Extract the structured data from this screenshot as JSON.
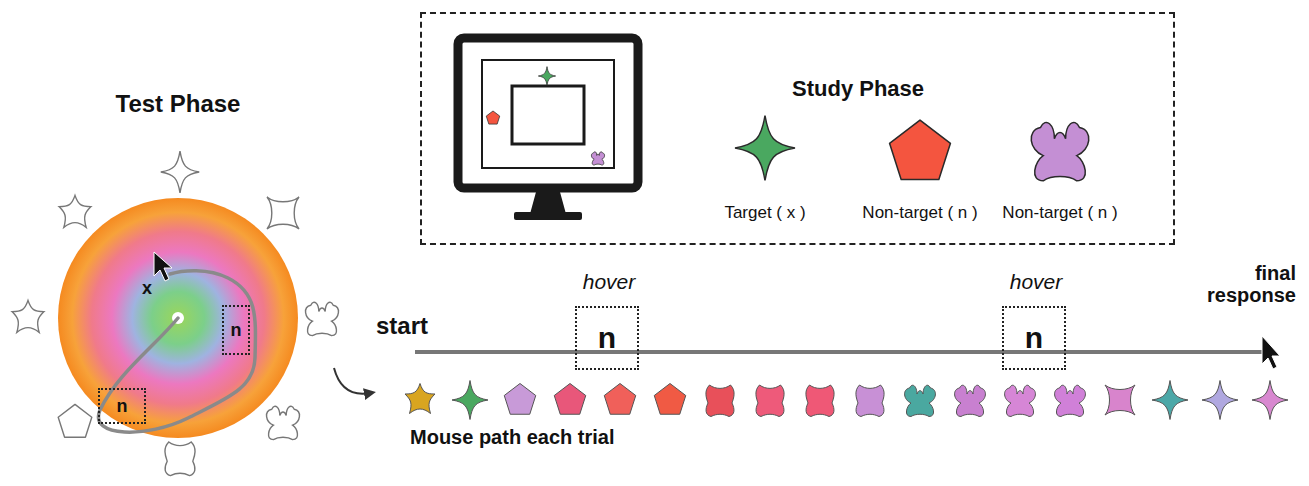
{
  "diagram": {
    "nodes": [
      {
        "text": [
          "Test Phase",
          "x"
        ]
      },
      {
        "text": [
          "n"
        ],
        "in": 0
      },
      {
        "text": [
          "n"
        ],
        "in": 0
      },
      {
        "text": [
          "Study Phase"
        ]
      },
      {
        "text": [
          "hover",
          "n"
        ]
      },
      {
        "text": [
          "hover",
          "n"
        ]
      }
    ],
    "labels": [
      "Target ( x )",
      "Non-target ( n )",
      "Non-target ( n )",
      "start",
      "final response",
      "Mouse path each trial"
    ]
  }
}
